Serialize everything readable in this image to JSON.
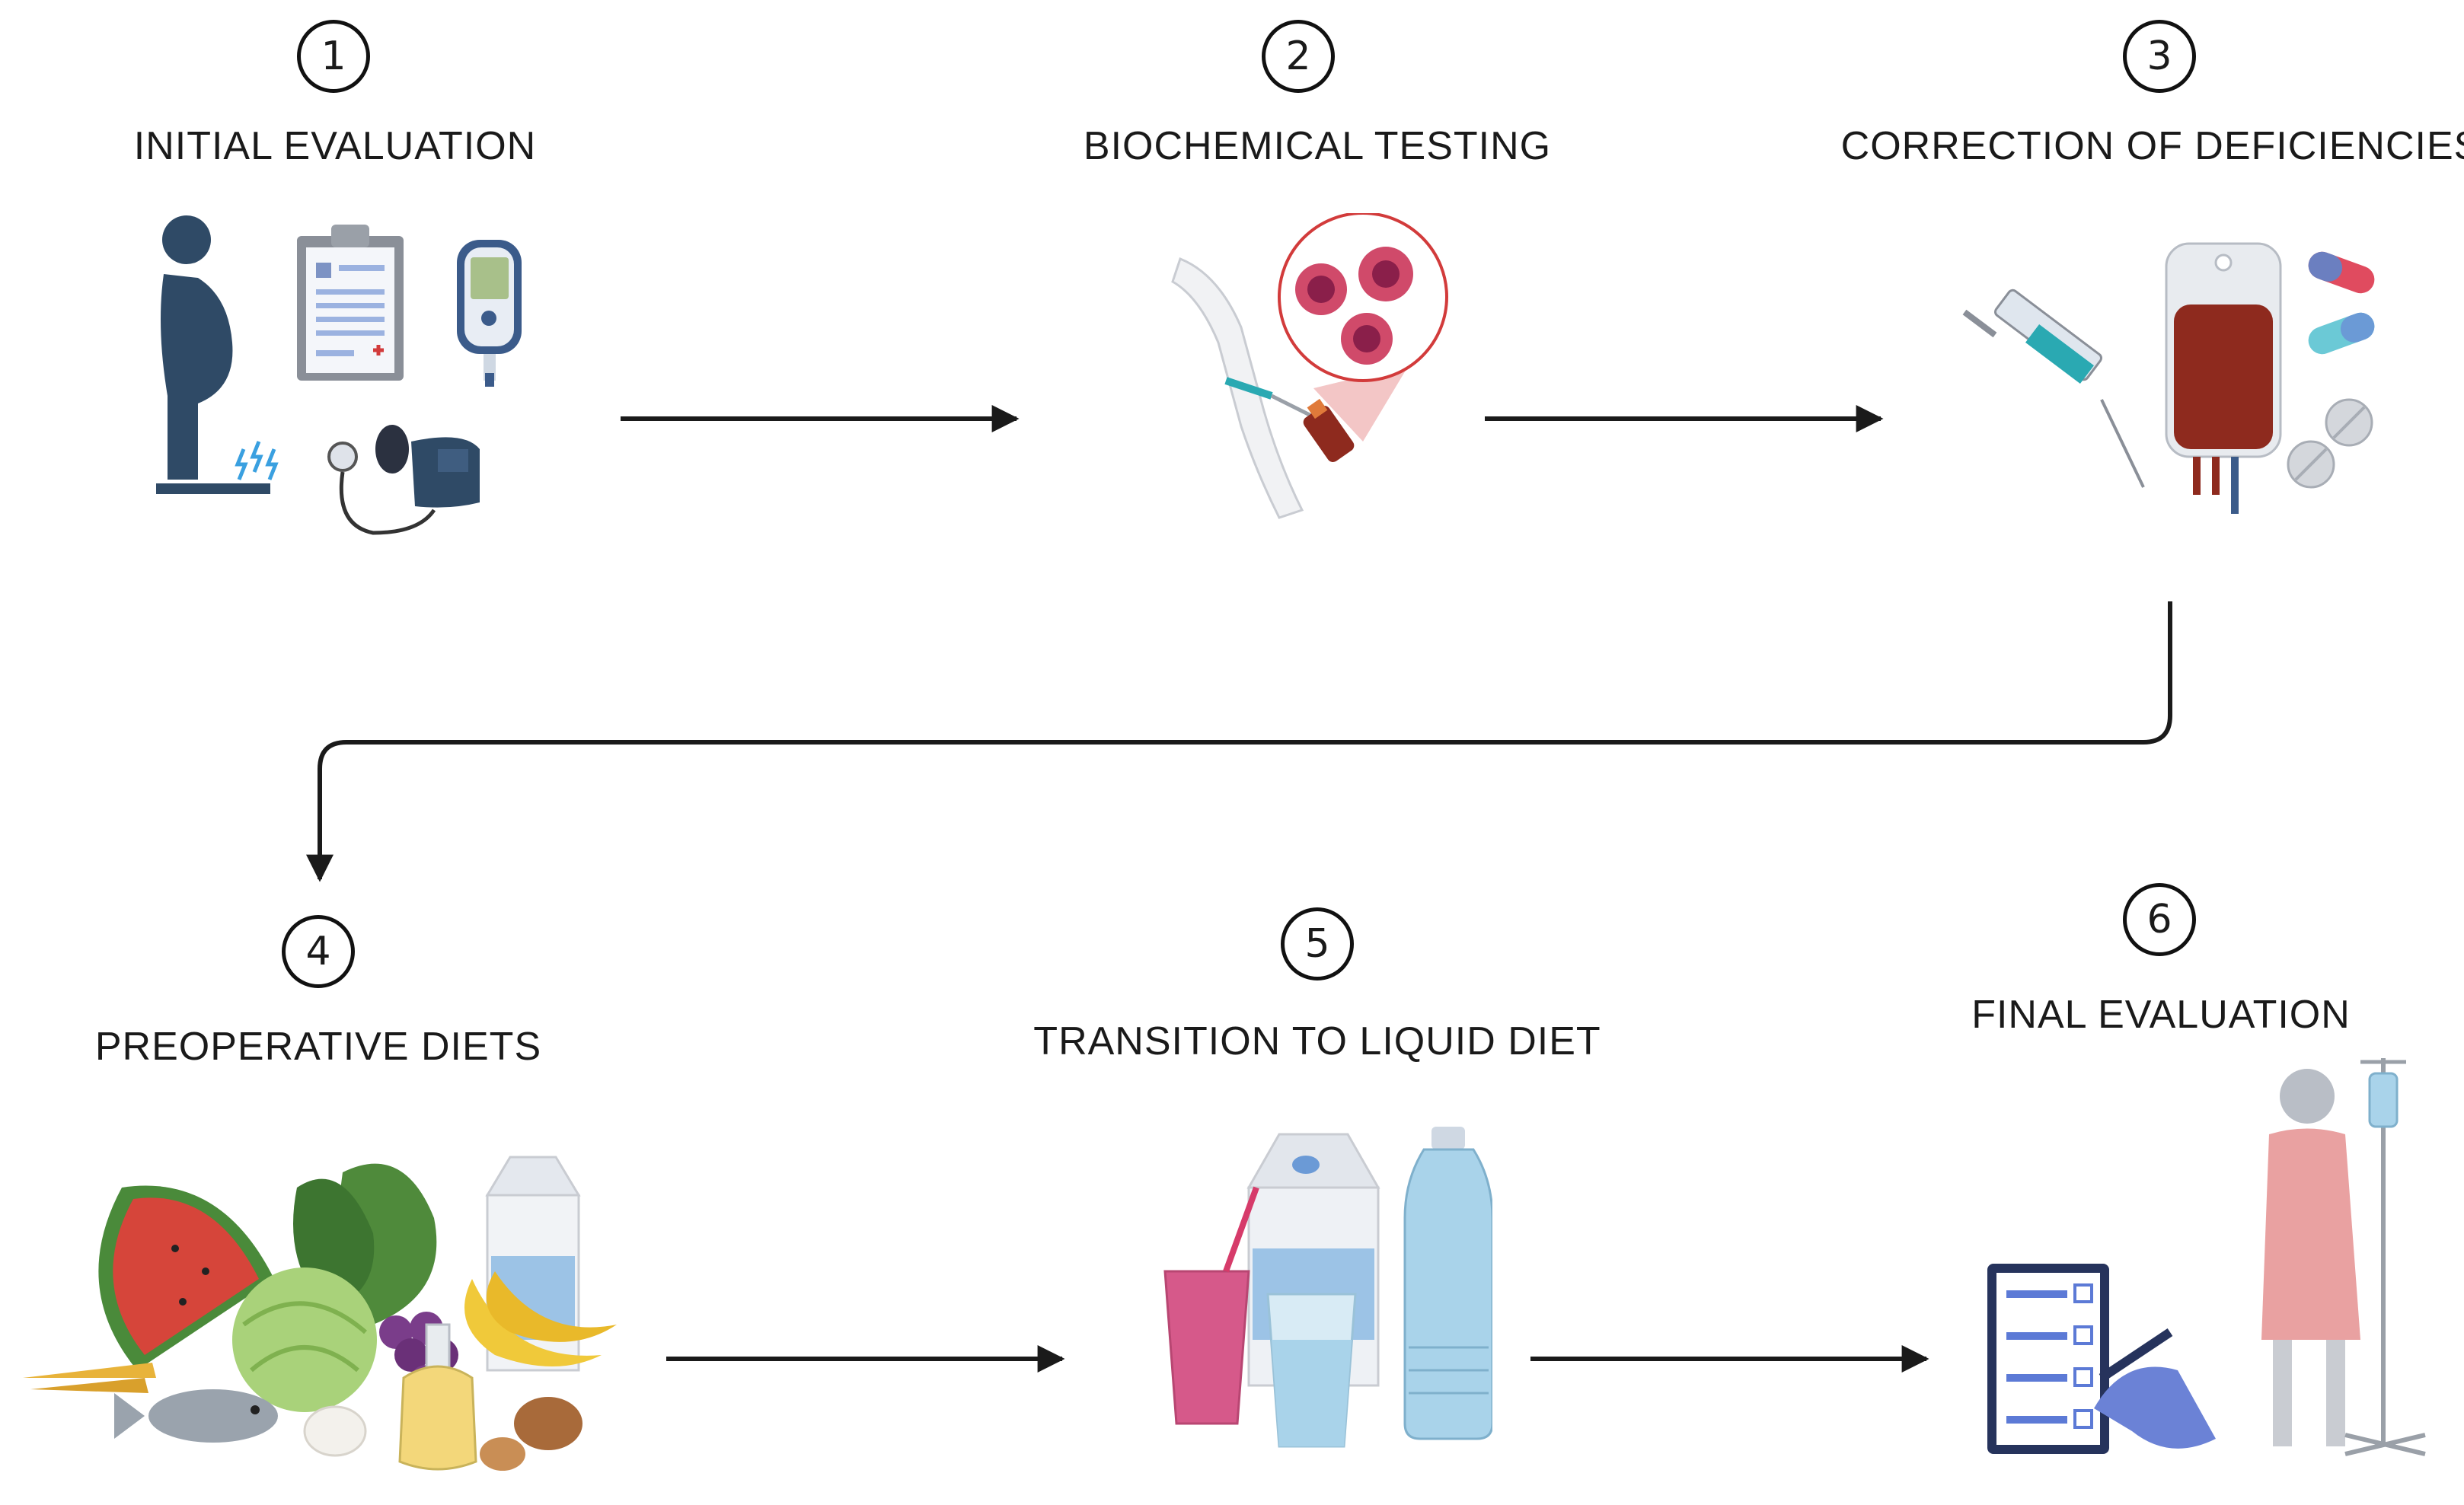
{
  "steps": [
    {
      "number": "1",
      "label": "INITIAL EVALUATION"
    },
    {
      "number": "2",
      "label": "BIOCHEMICAL TESTING"
    },
    {
      "number": "3",
      "label": "CORRECTION OF DEFICIENCIES"
    },
    {
      "number": "4",
      "label": "PREOPERATIVE DIETS"
    },
    {
      "number": "5",
      "label": "TRANSITION TO LIQUID DIET"
    },
    {
      "number": "6",
      "label": "FINAL EVALUATION"
    }
  ],
  "colors": {
    "line": "#1a1a1a",
    "body_blue": "#2f4a66",
    "device_blue": "#3b5b8a",
    "blood_red": "#8e2a1e",
    "watermelon": "#d6453a",
    "leaf_green": "#4f8a3b",
    "water_blue": "#a9d3ea",
    "smoothie_pink": "#d6598a",
    "gown_pink": "#e9a1a1"
  },
  "icons": {
    "step1": [
      "person-on-scale-icon",
      "clipboard-icon",
      "glucometer-icon",
      "blood-pressure-cuff-icon"
    ],
    "step2": [
      "arm-blood-draw-icon",
      "blood-cells-magnifier-icon"
    ],
    "step3": [
      "syringe-icon",
      "blood-bag-icon",
      "capsules-icon",
      "tablets-icon"
    ],
    "step4": [
      "watermelon-icon",
      "cabbage-icon",
      "greens-icon",
      "grapes-icon",
      "bananas-icon",
      "milk-carton-icon",
      "fish-icon",
      "oil-bottle-icon",
      "nuts-icon",
      "carrots-icon",
      "egg-icon"
    ],
    "step5": [
      "milk-carton-icon",
      "water-bottle-icon",
      "smoothie-glass-icon",
      "water-glass-icon"
    ],
    "step6": [
      "checklist-icon",
      "patient-icon",
      "iv-stand-icon"
    ]
  }
}
